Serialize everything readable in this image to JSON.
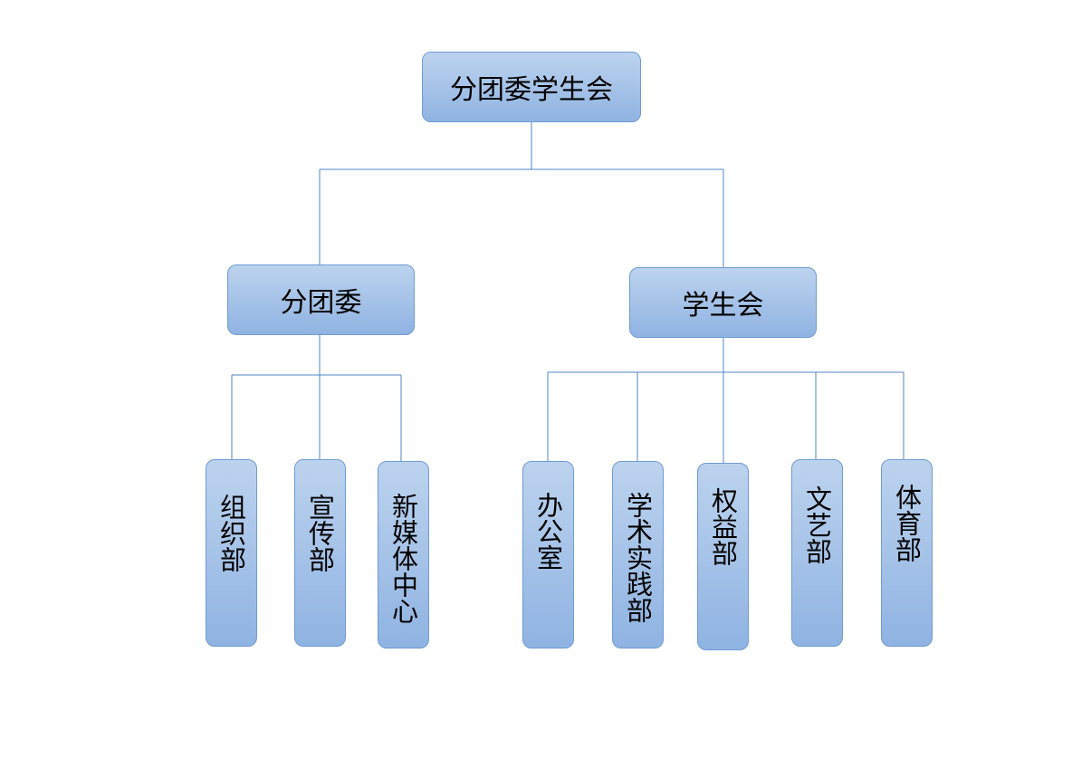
{
  "org_chart": {
    "root": {
      "label": "分团委学生会"
    },
    "branches": [
      {
        "label": "分团委",
        "children": [
          "组织部",
          "宣传部",
          "新媒体中心"
        ]
      },
      {
        "label": "学生会",
        "children": [
          "办公室",
          "学术实践部",
          "权益部",
          "文艺部",
          "体育部"
        ]
      }
    ]
  },
  "colors": {
    "node_top": "#bcd3ee",
    "node_bottom": "#8fb3e2",
    "node_border": "#6e9bd2",
    "connector": "#4f86c6"
  }
}
